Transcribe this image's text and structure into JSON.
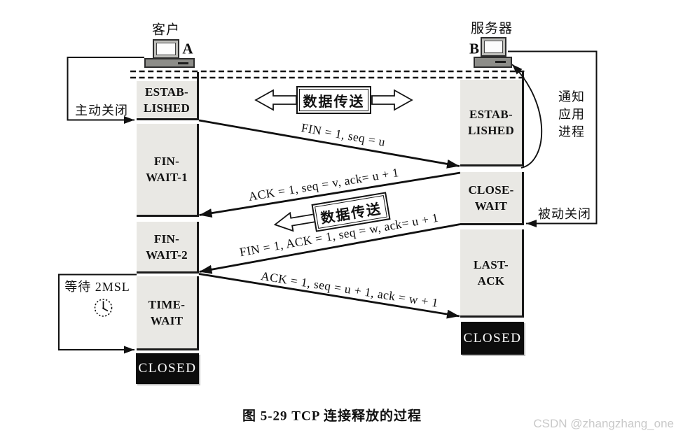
{
  "figure": {
    "caption": "图 5-29   TCP 连接释放的过程",
    "watermark": "CSDN @zhangzhang_one"
  },
  "client": {
    "role_label": "客户",
    "host_label": "A",
    "annotations": {
      "active_close": "主动关闭",
      "wait_2msl": "等待 2MSL"
    },
    "states": {
      "established": {
        "line1": "ESTAB-",
        "line2": "LISHED"
      },
      "fin_wait_1": {
        "line1": "FIN-",
        "line2": "WAIT-1"
      },
      "fin_wait_2": {
        "line1": "FIN-",
        "line2": "WAIT-2"
      },
      "time_wait": {
        "line1": "TIME-",
        "line2": "WAIT"
      },
      "closed": "CLOSED"
    }
  },
  "server": {
    "role_label": "服务器",
    "host_label": "B",
    "annotations": {
      "notify_line1": "通知",
      "notify_line2": "应用",
      "notify_line3": "进程",
      "passive_close": "被动关闭"
    },
    "states": {
      "established": {
        "line1": "ESTAB-",
        "line2": "LISHED"
      },
      "close_wait": {
        "line1": "CLOSE-",
        "line2": "WAIT"
      },
      "last_ack": {
        "line1": "LAST-",
        "line2": "ACK"
      },
      "closed": "CLOSED"
    }
  },
  "messages": {
    "fin_seq_u": "FIN = 1, seq = u",
    "ack_seq_v": "ACK = 1, seq = v, ack= u + 1",
    "fin_ack_seq_w": "FIN = 1, ACK = 1, seq = w, ack= u + 1",
    "ack_seq_u1": "ACK = 1, seq = u + 1, ack = w + 1"
  },
  "data_transfer": {
    "top_label": "数据传送",
    "mid_label": "数据传送"
  }
}
